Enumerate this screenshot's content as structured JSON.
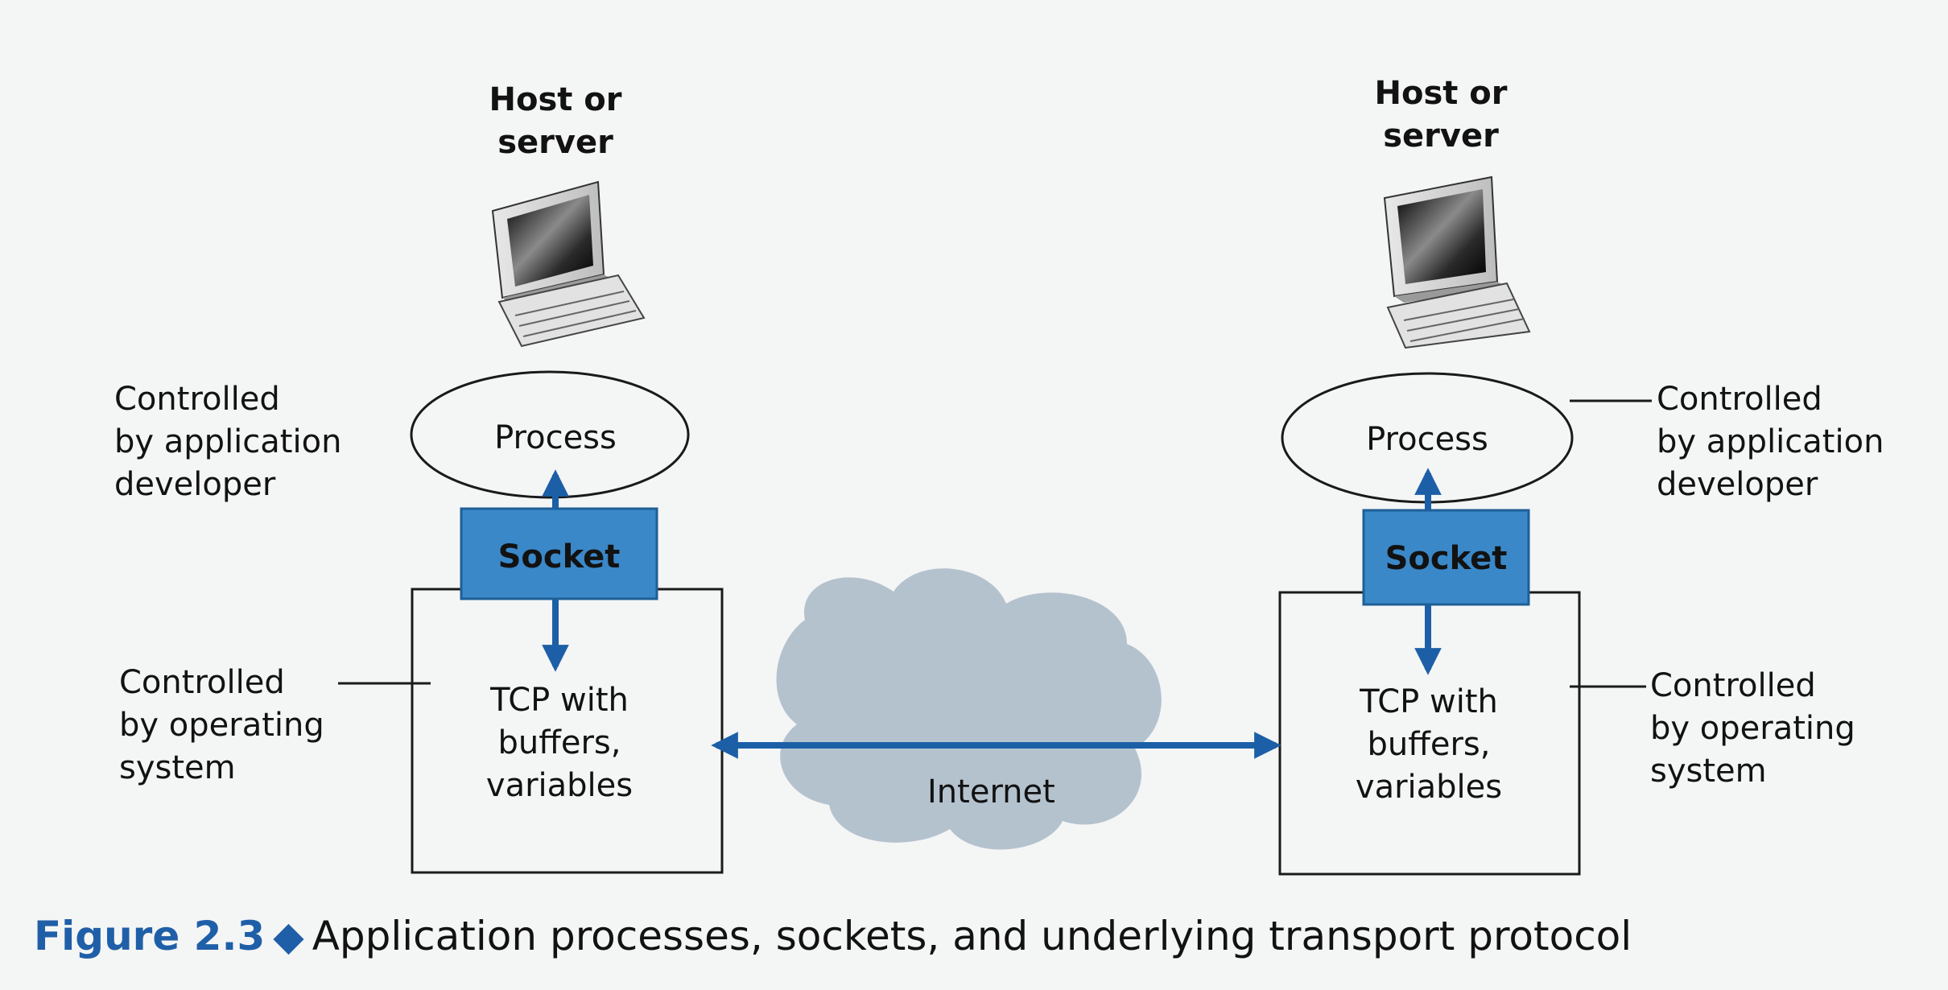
{
  "figure": {
    "label": "Figure 2.3",
    "separator": "◆",
    "caption": "Application processes, sockets, and underlying transport protocol"
  },
  "left_host": {
    "title": "Host or\nserver",
    "process_label": "Process",
    "socket_label": "Socket",
    "tcp_label": "TCP with\nbuffers,\nvariables",
    "controlled_app": "Controlled\nby application\ndeveloper",
    "controlled_os": "Controlled\nby operating\nsystem"
  },
  "right_host": {
    "title": "Host or\nserver",
    "process_label": "Process",
    "socket_label": "Socket",
    "tcp_label": "TCP with\nbuffers,\nvariables",
    "controlled_app": "Controlled\nby application\ndeveloper",
    "controlled_os": "Controlled\nby operating\nsystem"
  },
  "internet_label": "Internet",
  "colors": {
    "socket_fill": "#3a88c8",
    "socket_stroke": "#1e5f96",
    "arrow": "#1c5fa7",
    "cloud": "#9fb0c0",
    "outline": "#1a1a1a",
    "caption_accent": "#1f5fa8"
  },
  "icons": [
    "computer-icon-left",
    "computer-icon-right",
    "internet-cloud"
  ]
}
